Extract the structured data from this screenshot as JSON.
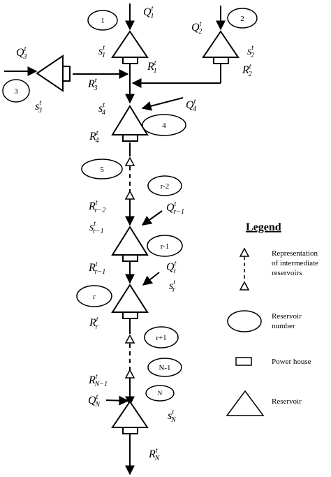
{
  "reservoir_numbers": {
    "r1": "1",
    "r2": "2",
    "r3": "3",
    "r4": "4",
    "r5": "5",
    "r_minus_2": "r-2",
    "r_minus_1": "r-1",
    "r": "r",
    "r_plus_1": "r+1",
    "n_minus_1": "N-1",
    "n": "N"
  },
  "variables": {
    "q1": {
      "base": "Q",
      "sup": "t",
      "sub": "1"
    },
    "q2": {
      "base": "Q",
      "sup": "t",
      "sub": "2"
    },
    "q3": {
      "base": "Q",
      "sup": "t",
      "sub": "3"
    },
    "q4": {
      "base": "Q",
      "sup": "t",
      "sub": "4"
    },
    "q_r_minus_1": {
      "base": "Q",
      "sup": "t",
      "sub": "r−1"
    },
    "q_r": {
      "base": "Q",
      "sup": "t",
      "sub": "r"
    },
    "q_n": {
      "base": "Q",
      "sup": "t",
      "sub": "N"
    },
    "s1": {
      "base": "s",
      "sup": "t",
      "sub": "1"
    },
    "s2": {
      "base": "s",
      "sup": "t",
      "sub": "2"
    },
    "s3": {
      "base": "s",
      "sup": "t",
      "sub": "3"
    },
    "s4": {
      "base": "s",
      "sup": "t",
      "sub": "4"
    },
    "s_r_minus_1": {
      "base": "s",
      "sup": "t",
      "sub": "r−1"
    },
    "s_r": {
      "base": "s",
      "sup": "t",
      "sub": "r"
    },
    "s_n": {
      "base": "s",
      "sup": "t",
      "sub": "N"
    },
    "r1": {
      "base": "R",
      "sup": "t",
      "sub": "1"
    },
    "r2": {
      "base": "R",
      "sup": "t",
      "sub": "2"
    },
    "r3": {
      "base": "R",
      "sup": "t",
      "sub": "3"
    },
    "r4": {
      "base": "R",
      "sup": "t",
      "sub": "4"
    },
    "r_r_minus_2": {
      "base": "R",
      "sup": "t",
      "sub": "r−2"
    },
    "r_r_minus_1": {
      "base": "R",
      "sup": "t",
      "sub": "r−1"
    },
    "r_r": {
      "base": "R",
      "sup": "t",
      "sub": "r"
    },
    "r_n_minus_1": {
      "base": "R",
      "sup": "t",
      "sub": "N−1"
    },
    "r_n": {
      "base": "R",
      "sup": "t",
      "sub": "N"
    }
  },
  "legend": {
    "title": "Legend",
    "intermediate_line1": "Representation",
    "intermediate_line2": "of intermediate",
    "intermediate_line3": "reservoirs",
    "number_line1": "Reservoir",
    "number_line2": "number",
    "power_house": "Power house",
    "reservoir": "Reservoir"
  }
}
